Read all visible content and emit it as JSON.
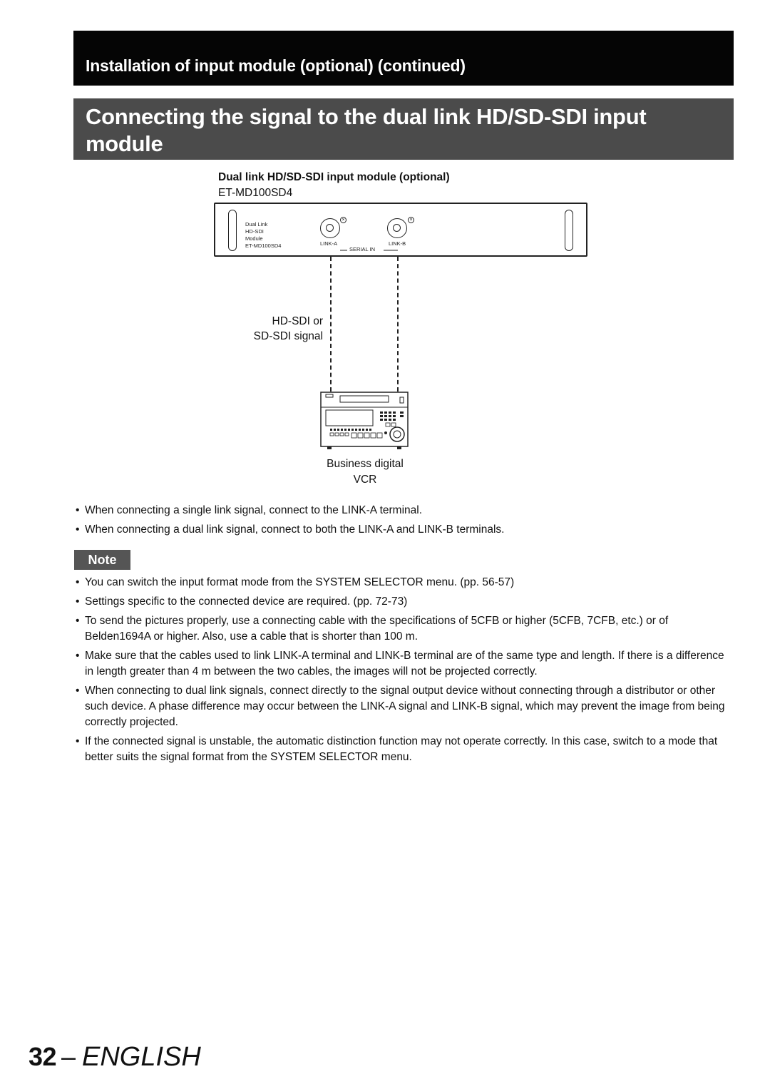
{
  "header": {
    "section": "Installation of input module (optional) (continued)",
    "title": "Connecting the signal to the dual link HD/SD-SDI input module"
  },
  "figure": {
    "caption": "Dual link HD/SD-SDI input module (optional)",
    "model": "ET-MD100SD4",
    "module_label": [
      "Dual Link",
      "HD-SDI",
      "Module",
      "ET-MD100SD4"
    ],
    "port_a": "LINK-A",
    "port_b": "LINK-B",
    "serial_in": "SERIAL IN",
    "signal_line1": "HD-SDI or",
    "signal_line2": "SD-SDI signal",
    "device_line1": "Business digital",
    "device_line2": "VCR"
  },
  "bullets": [
    "When connecting a single link signal, connect to the LINK-A terminal.",
    "When connecting a dual link signal, connect to both the LINK-A and LINK-B terminals."
  ],
  "note": {
    "label": "Note",
    "items": [
      "You can switch the input format mode from the SYSTEM SELECTOR menu. (pp. 56-57)",
      "Settings specific to the connected device are required. (pp. 72-73)",
      "To send the pictures properly, use a connecting cable with the specifications of 5CFB or higher (5CFB, 7CFB, etc.) or of Belden1694A or higher. Also, use a cable that is shorter than 100 m.",
      "Make sure that the cables used to link LINK-A terminal and LINK-B terminal are of the same type and length. If there is a difference in length greater than 4 m between the two cables, the images will not be projected correctly.",
      "When connecting to dual link signals, connect directly to the signal output device without connecting through a distributor or other such device. A phase difference may occur between the LINK-A signal and LINK-B signal, which may prevent the image from being correctly projected.",
      "If the connected signal is unstable, the automatic distinction function may not operate correctly. In this case, switch to a mode that better suits the signal format from the SYSTEM SELECTOR menu."
    ]
  },
  "footer": {
    "page_number": "32",
    "dash": "–",
    "language": "ENGLISH"
  }
}
